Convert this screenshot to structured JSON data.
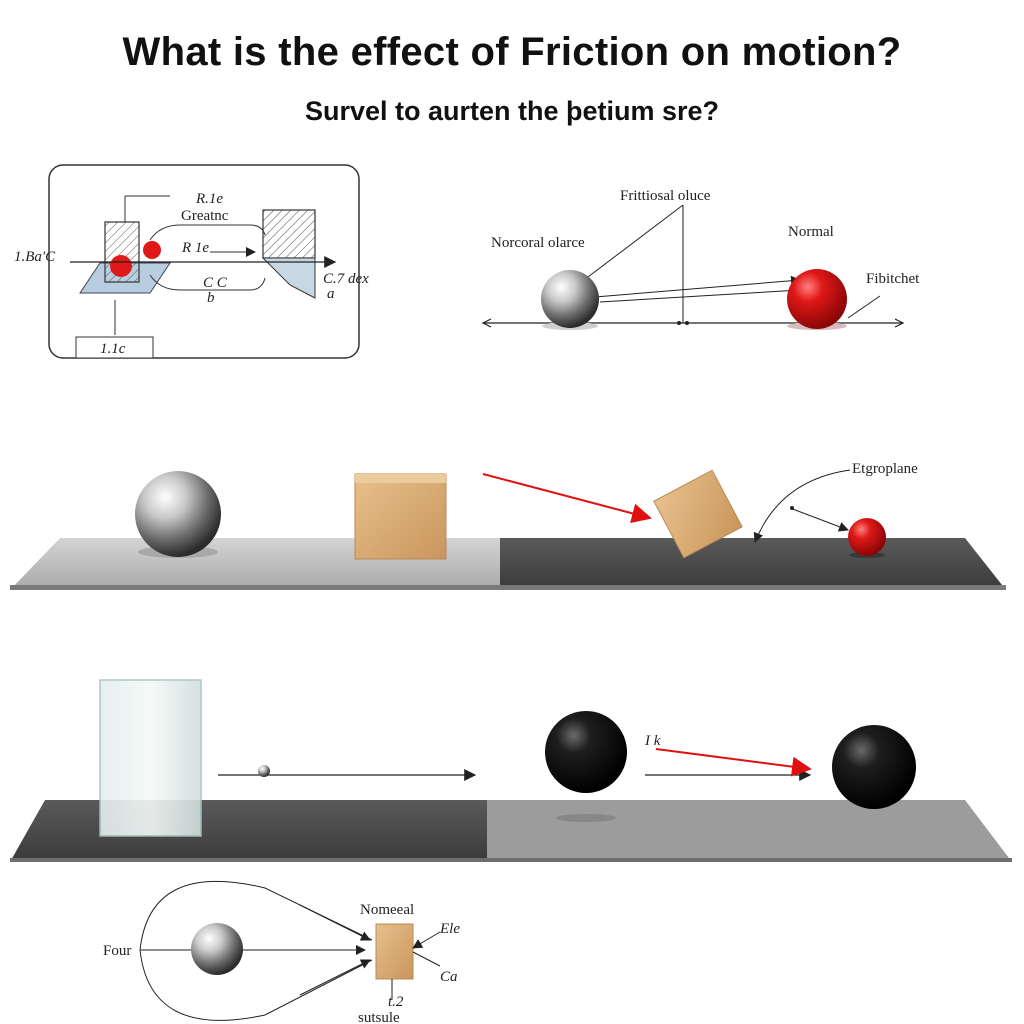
{
  "header": {
    "title": "What is the effect of Friction on motion?",
    "subtitle": "Survel to aurten the þetium sre?"
  },
  "diagram_top_left": {
    "labels": {
      "r1e": "R.1e",
      "greatnc": "Greatnc",
      "baic": "1.Ba'C",
      "rle": "R 1e",
      "cc": "C C",
      "b": "b",
      "c7dex": "C.7 dex",
      "a": "a",
      "l1c": "1.1c"
    }
  },
  "diagram_top_right": {
    "labels": {
      "frictional": "Frittiosal oluce",
      "normal_left": "Norcoral olarce",
      "normal_right": "Normal",
      "fibitchet": "Fibitchet"
    }
  },
  "scene_middle": {
    "labels": {
      "etgroplane": "Etgroplane"
    }
  },
  "scene_lower": {
    "labels": {
      "ik": "I k"
    }
  },
  "diagram_bottom": {
    "labels": {
      "four": "Four",
      "nomeeal": "Nomeeal",
      "ele": "Ele",
      "ca": "Ca",
      "t2": "t.2",
      "sutsule": "sutsule"
    }
  },
  "colors": {
    "red_ball": "#d41515",
    "arrow_red": "#e01010",
    "wood": "#d9ad78",
    "steel": "#9a9a9a",
    "black_ball": "#0e0e0e",
    "surface_light": "#b9b9b9",
    "surface_dark": "#4a4a4a"
  }
}
